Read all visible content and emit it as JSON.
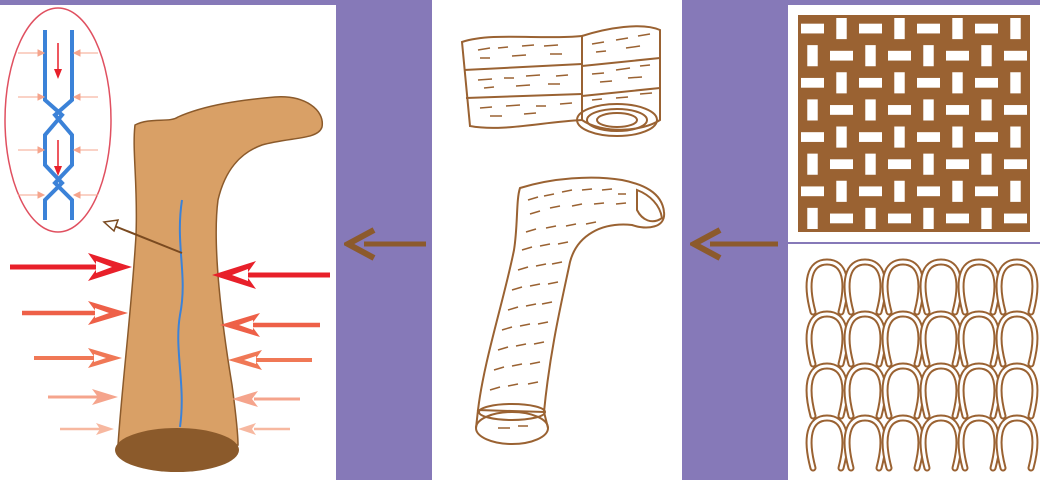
{
  "diagram": {
    "stages": [
      {
        "id": "compression",
        "subject": "leg-with-vein-and-pressure-arrows"
      },
      {
        "id": "bandage",
        "subject": "bandage-roll-and-wrapped-leg"
      },
      {
        "id": "fabric",
        "subject": "woven-and-knitted-textile-structures"
      }
    ],
    "flow_direction": "right-to-left",
    "colors": {
      "background": "#8679b8",
      "panel": "#ffffff",
      "skin": "#d9a066",
      "skin_outline": "#8b5a2b",
      "foot_base": "#8b5a2b",
      "vein": "#3b82d8",
      "pressure_strong": "#e8202a",
      "pressure_mid": "#ee6048",
      "pressure_light": "#f5a48c",
      "fabric": "#9a6232",
      "stage_arrow": "#8c5a2c",
      "inset_border": "#e05060"
    },
    "icons": [
      "stage-arrow-icon",
      "pressure-arrow-icon",
      "valve-icon"
    ]
  }
}
